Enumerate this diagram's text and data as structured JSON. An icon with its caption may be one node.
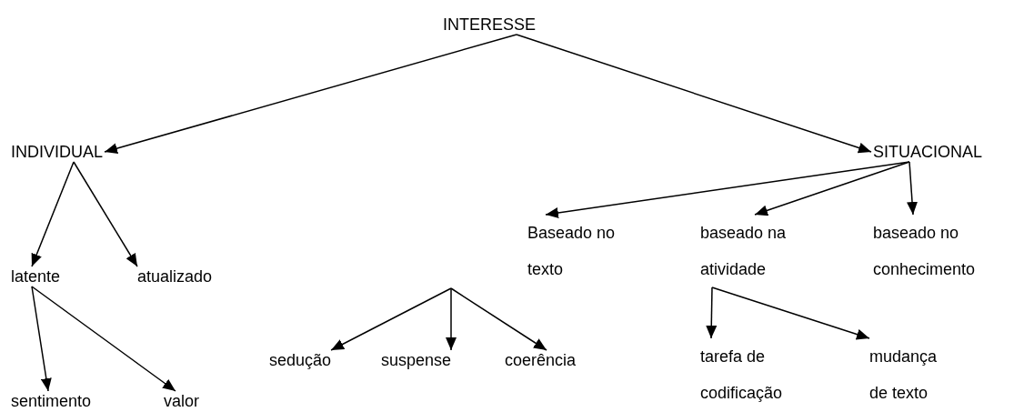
{
  "diagram": {
    "nodes": [
      {
        "text": [
          "INTERESSE"
        ]
      },
      {
        "text": [
          "INDIVIDUAL"
        ]
      },
      {
        "text": [
          "SITUACIONAL"
        ]
      },
      {
        "text": [
          "latente"
        ]
      },
      {
        "text": [
          "atualizado"
        ]
      },
      {
        "text": [
          "sentimento"
        ]
      },
      {
        "text": [
          "valor"
        ]
      },
      {
        "text": [
          "Baseado no texto"
        ]
      },
      {
        "text": [
          "baseado na atividade"
        ]
      },
      {
        "text": [
          "baseado no conhecimento"
        ]
      },
      {
        "text": [
          "sedução"
        ]
      },
      {
        "text": [
          "suspense"
        ]
      },
      {
        "text": [
          "coerência"
        ]
      },
      {
        "text": [
          "tarefa de codificação"
        ]
      },
      {
        "text": [
          "mudança de texto"
        ]
      }
    ],
    "edges": [
      {
        "from": 0,
        "to": 1,
        "arrow": "to"
      },
      {
        "from": 0,
        "to": 2,
        "arrow": "to"
      },
      {
        "from": 1,
        "to": 3,
        "arrow": "to"
      },
      {
        "from": 1,
        "to": 4,
        "arrow": "to"
      },
      {
        "from": 3,
        "to": 5,
        "arrow": "to"
      },
      {
        "from": 3,
        "to": 6,
        "arrow": "to"
      },
      {
        "from": 2,
        "to": 7,
        "arrow": "to"
      },
      {
        "from": 2,
        "to": 8,
        "arrow": "to"
      },
      {
        "from": 2,
        "to": 9,
        "arrow": "to"
      },
      {
        "from": null,
        "to": 10,
        "arrow": "to"
      },
      {
        "from": null,
        "to": 11,
        "arrow": "to"
      },
      {
        "from": null,
        "to": 12,
        "arrow": "to"
      },
      {
        "from": 8,
        "to": 13,
        "arrow": "to"
      },
      {
        "from": 8,
        "to": 14,
        "arrow": "to"
      }
    ]
  }
}
